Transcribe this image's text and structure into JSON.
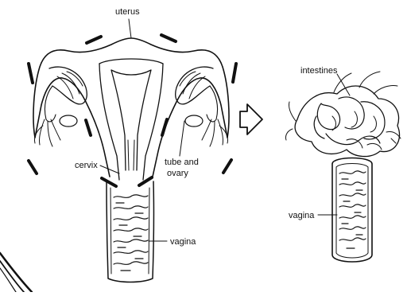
{
  "labels": {
    "uterus": "uterus",
    "cervix": "cervix",
    "tube_line1": "tube and",
    "tube_line2": "ovary",
    "vagina_left": "vagina",
    "intestines": "intestines",
    "vagina_right": "vagina"
  },
  "icons": {
    "arrow": "hollow-right-arrow-icon"
  },
  "colors": {
    "ink": "#111111",
    "background": "#ffffff"
  }
}
